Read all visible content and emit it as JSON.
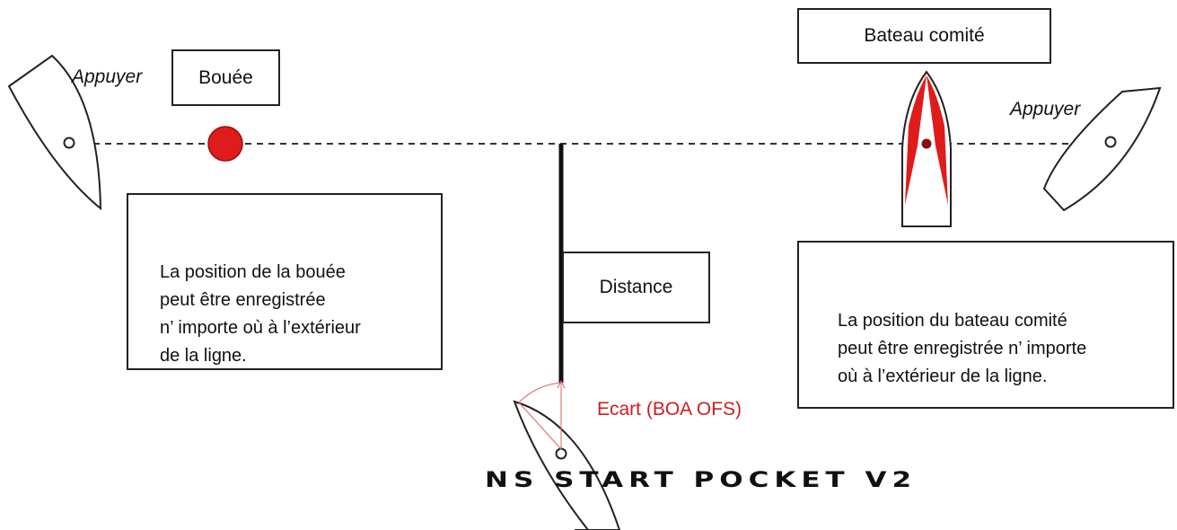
{
  "labels": {
    "buoy": "Bouée",
    "committee_boat": "Bateau comité",
    "distance": "Distance",
    "ping_left": "Appuyer",
    "ping_right": "Appuyer",
    "offset": "Ecart (BOA OFS)"
  },
  "notes": {
    "buoy_note": "La position de la bouée\npeut être enregistrée\nn’ importe où à l’extérieur\nde la ligne.",
    "committee_note": "La position du bateau comité\npeut être enregistrée n’ importe\noù à l’extérieur de la ligne."
  },
  "footer": "NS START POCKET V2",
  "colors": {
    "buoy": "#e01b1b",
    "committee_boat": "#e01b1b",
    "offset": "#d21c1c"
  }
}
